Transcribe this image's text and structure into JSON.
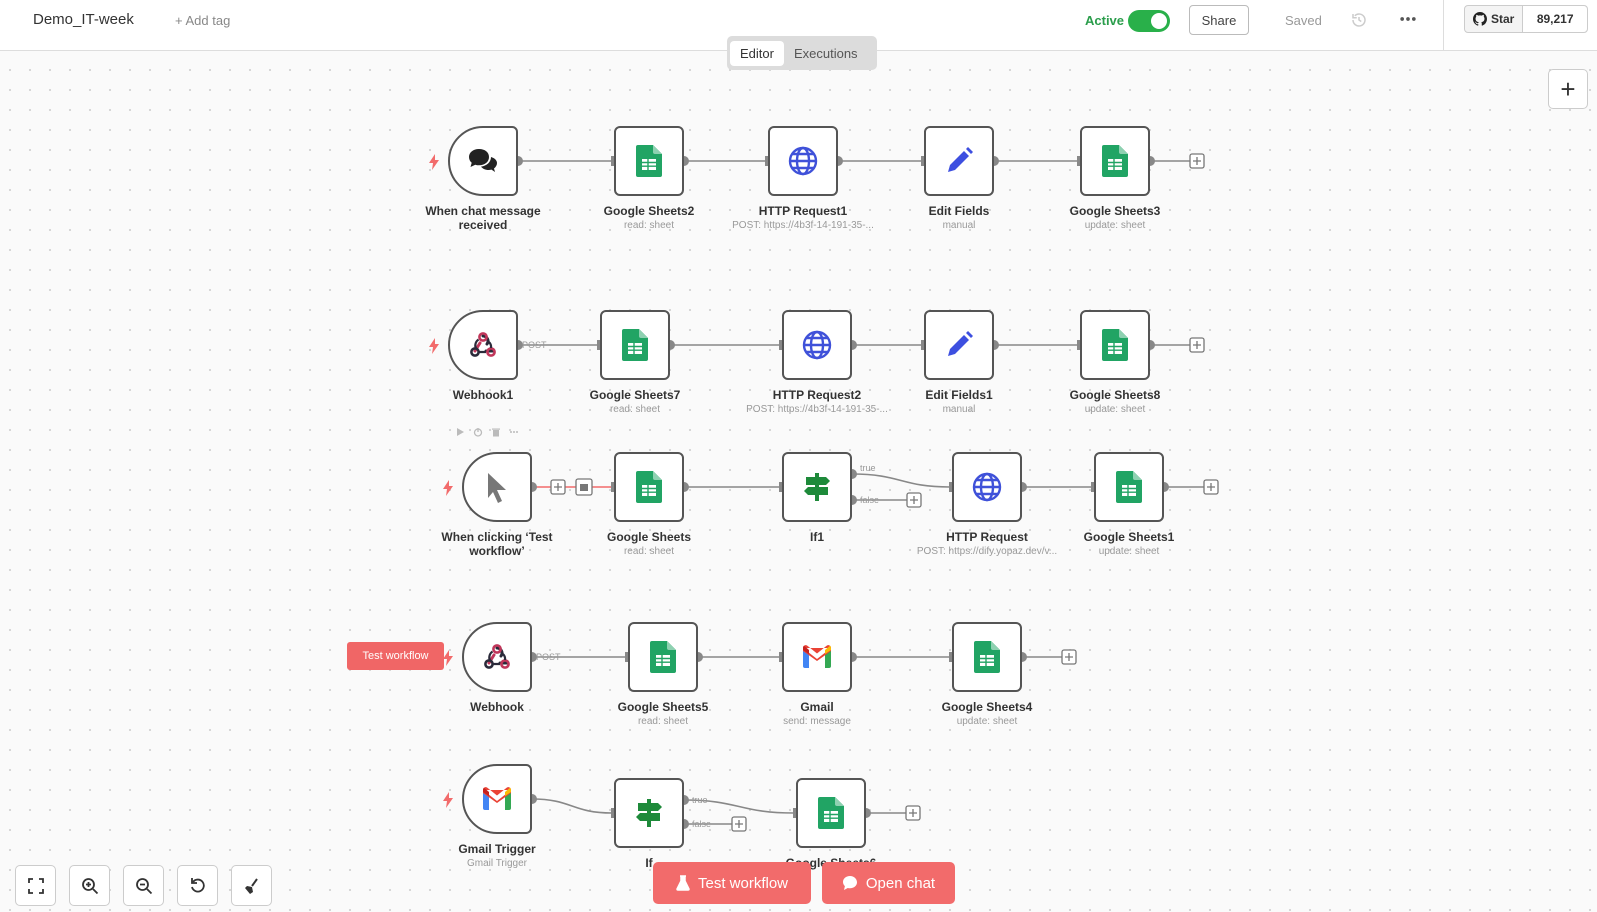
{
  "header": {
    "workflow_name": "Demo_IT-week",
    "add_tag": "+ Add tag",
    "active_label": "Active",
    "share_label": "Share",
    "saved_label": "Saved",
    "github_star_label": "Star",
    "github_star_count": "89,217"
  },
  "tabs": {
    "editor": "Editor",
    "executions": "Executions"
  },
  "canvas": {
    "test_workflow_tag": "Test workflow",
    "rows": [
      {
        "nodes": [
          {
            "id": "r1n1",
            "label": "When chat message received",
            "sub": "",
            "icon": "chat-bubbles-icon",
            "trigger": true
          },
          {
            "id": "r1n2",
            "label": "Google Sheets2",
            "sub": "read: sheet",
            "icon": "google-sheets-icon"
          },
          {
            "id": "r1n3",
            "label": "HTTP Request1",
            "sub": "POST: https://4b3f-14-191-35-...",
            "icon": "globe-icon"
          },
          {
            "id": "r1n4",
            "label": "Edit Fields",
            "sub": "manual",
            "icon": "pencil-icon"
          },
          {
            "id": "r1n5",
            "label": "Google Sheets3",
            "sub": "update: sheet",
            "icon": "google-sheets-icon"
          }
        ]
      },
      {
        "edge_label": "POST",
        "nodes": [
          {
            "id": "r2n1",
            "label": "Webhook1",
            "sub": "",
            "icon": "webhook-icon",
            "trigger": true
          },
          {
            "id": "r2n2",
            "label": "Google Sheets7",
            "sub": "read: sheet",
            "icon": "google-sheets-icon"
          },
          {
            "id": "r2n3",
            "label": "HTTP Request2",
            "sub": "POST: https://4b3f-14-191-35-...",
            "icon": "globe-icon"
          },
          {
            "id": "r2n4",
            "label": "Edit Fields1",
            "sub": "manual",
            "icon": "pencil-icon"
          },
          {
            "id": "r2n5",
            "label": "Google Sheets8",
            "sub": "update: sheet",
            "icon": "google-sheets-icon"
          }
        ]
      },
      {
        "if_true": "true",
        "if_false": "false",
        "nodes": [
          {
            "id": "r3n1",
            "label": "When clicking ‘Test workflow’",
            "sub": "",
            "icon": "cursor-icon",
            "trigger": true
          },
          {
            "id": "r3n2",
            "label": "Google Sheets",
            "sub": "read: sheet",
            "icon": "google-sheets-icon"
          },
          {
            "id": "r3n3",
            "label": "If1",
            "sub": "",
            "icon": "signpost-icon"
          },
          {
            "id": "r3n4",
            "label": "HTTP Request",
            "sub": "POST: https://dify.yopaz.dev/v...",
            "icon": "globe-icon"
          },
          {
            "id": "r3n5",
            "label": "Google Sheets1",
            "sub": "update: sheet",
            "icon": "google-sheets-icon"
          }
        ]
      },
      {
        "edge_label": "POST",
        "nodes": [
          {
            "id": "r4n1",
            "label": "Webhook",
            "sub": "",
            "icon": "webhook-icon",
            "trigger": true
          },
          {
            "id": "r4n2",
            "label": "Google Sheets5",
            "sub": "read: sheet",
            "icon": "google-sheets-icon"
          },
          {
            "id": "r4n3",
            "label": "Gmail",
            "sub": "send: message",
            "icon": "gmail-icon"
          },
          {
            "id": "r4n4",
            "label": "Google Sheets4",
            "sub": "update: sheet",
            "icon": "google-sheets-icon"
          }
        ]
      },
      {
        "if_true": "true",
        "if_false": "false",
        "nodes": [
          {
            "id": "r5n1",
            "label": "Gmail Trigger",
            "sub": "Gmail Trigger",
            "icon": "gmail-icon",
            "trigger": true
          },
          {
            "id": "r5n2",
            "label": "If",
            "sub": "",
            "icon": "signpost-icon"
          },
          {
            "id": "r5n3",
            "label": "Google Sheets6",
            "sub": "",
            "icon": "google-sheets-icon"
          }
        ]
      }
    ]
  },
  "bottom": {
    "test_workflow_button": "Test workflow",
    "open_chat_button": "Open chat"
  },
  "colors": {
    "accent": "#f26b6b",
    "active_green": "#29b04a",
    "sheets_green": "#21a464",
    "globe_blue": "#3f51d9",
    "pencil_blue": "#3d4fe0"
  }
}
